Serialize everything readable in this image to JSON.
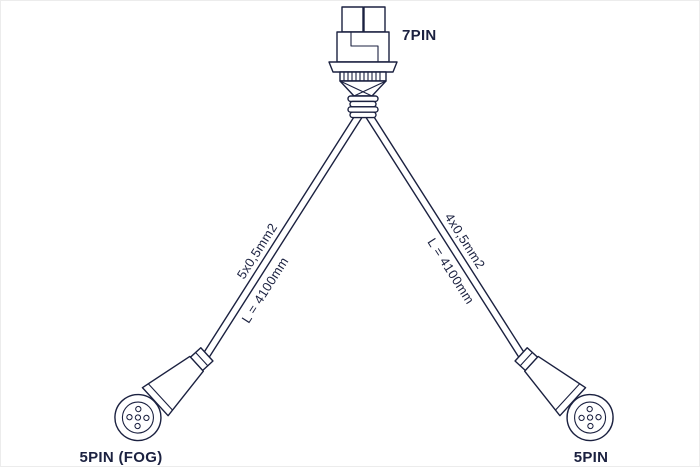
{
  "colors": {
    "line": "#1b2140",
    "background": "#ffffff"
  },
  "top_connector": {
    "label": "7PIN"
  },
  "left_branch": {
    "wire_spec": "5x0,5mm2",
    "length": "L = 4100mm",
    "connector_label": "5PIN (FOG)"
  },
  "right_branch": {
    "wire_spec": "4x0,5mm2",
    "length": "L = 4100mm",
    "connector_label": "5PIN"
  }
}
